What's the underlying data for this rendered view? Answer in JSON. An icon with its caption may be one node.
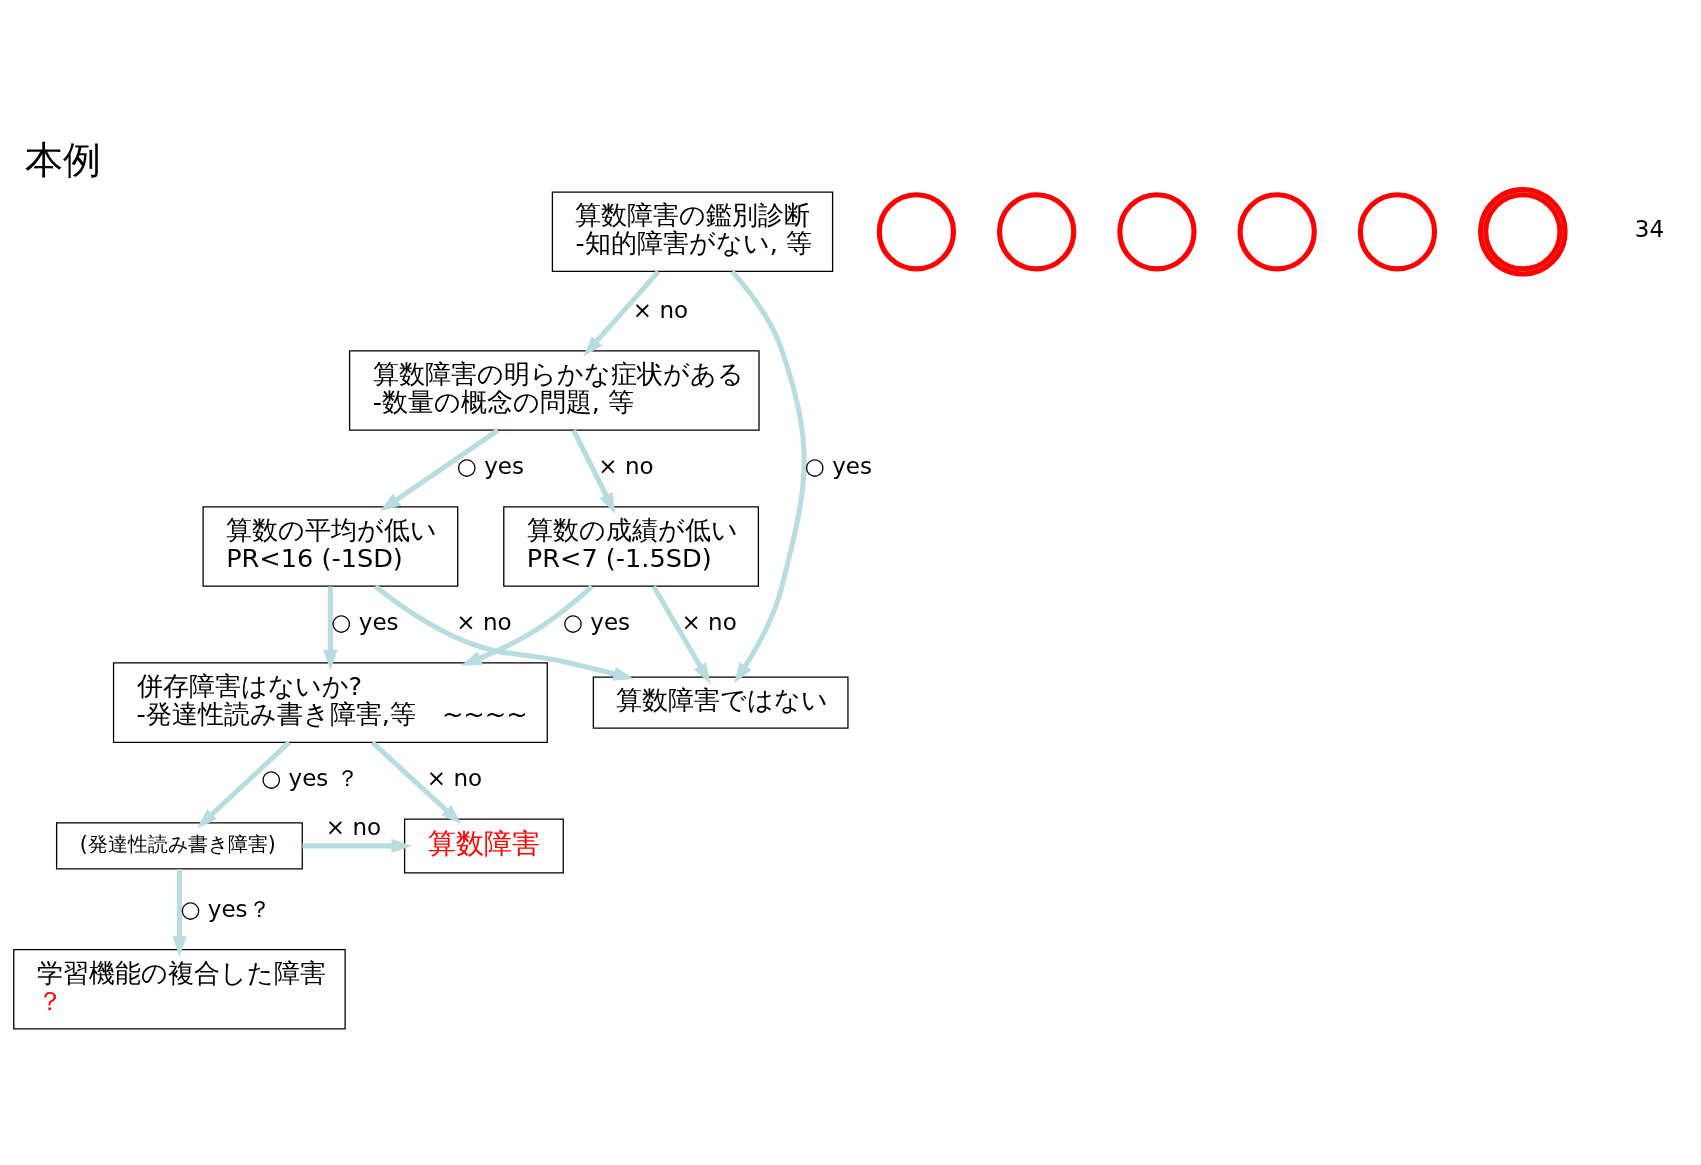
{
  "diagram": {
    "title": "本例",
    "nodes": [
      {
        "text": [
          "算数障害の鑑別診断",
          "-知的障害がない, 等"
        ]
      },
      {
        "text": [
          "算数障害の明らかな症状がある",
          "-数量の概念の問題, 等"
        ]
      },
      {
        "text": [
          "算数の成績が低い",
          "PR<7 (-1.5SD)"
        ]
      },
      {
        "text": [
          "算数の平均が低い",
          "PR<16 (-1SD)"
        ]
      },
      {
        "text": [
          "併存障害はないか?",
          "-発達性読み書き障害,等　~~~~"
        ]
      },
      {
        "text": [
          "算数障害"
        ]
      },
      {
        "text": [
          "(発達性読み書き障害)"
        ]
      },
      {
        "text": [
          "学習機能の複合した障害",
          "？"
        ]
      },
      {
        "text": [
          "算数障害ではない"
        ]
      },
      {
        "text": [],
        "shape": "circle"
      },
      {
        "text": [],
        "shape": "circle"
      },
      {
        "text": [],
        "shape": "circle"
      },
      {
        "text": [],
        "shape": "circle"
      },
      {
        "text": [],
        "shape": "circle"
      },
      {
        "text": [],
        "shape": "circle"
      }
    ],
    "edges": [
      {
        "from": 0,
        "to": 1,
        "arrow": "to",
        "label": "× no"
      },
      {
        "from": 0,
        "to": 8,
        "arrow": "to",
        "label": "○ yes"
      },
      {
        "from": 1,
        "to": 2,
        "arrow": "to",
        "label": "× no"
      },
      {
        "from": 1,
        "to": 3,
        "arrow": "to",
        "label": "○ yes"
      },
      {
        "from": 2,
        "to": 8,
        "arrow": "to",
        "label": "× no"
      },
      {
        "from": 3,
        "to": 8,
        "arrow": "to",
        "label": "× no"
      },
      {
        "from": 2,
        "to": 4,
        "arrow": "to",
        "label": "○ yes"
      },
      {
        "from": 3,
        "to": 4,
        "arrow": "to",
        "label": "○ yes"
      },
      {
        "from": 4,
        "to": 5,
        "arrow": "to",
        "label": "× no"
      },
      {
        "from": 4,
        "to": 6,
        "arrow": "to",
        "label": "○ yes ？"
      },
      {
        "from": 6,
        "to": 5,
        "arrow": "to",
        "label": "× no"
      },
      {
        "from": 6,
        "to": 7,
        "arrow": "to",
        "label": "○ yes？"
      }
    ],
    "labels": [
      "34"
    ]
  }
}
